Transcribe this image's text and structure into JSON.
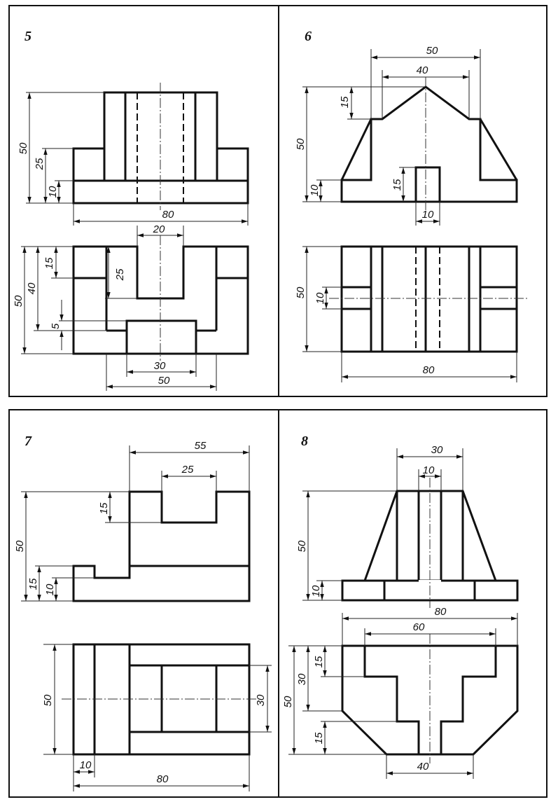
{
  "problems": [
    {
      "number": "5",
      "dims": {
        "d50_v": "50",
        "d25": "25",
        "d10": "10",
        "d80": "80",
        "d20": "20",
        "d15": "15",
        "d40": "40",
        "d25b": "25",
        "d50_v2": "50",
        "d5": "5",
        "d30": "30",
        "d50_h": "50"
      }
    },
    {
      "number": "6",
      "dims": {
        "d50_h": "50",
        "d40": "40",
        "d15": "15",
        "d50_v": "50",
        "d10": "10",
        "d15b": "15",
        "d10b": "10",
        "d50_v2": "50",
        "d10c": "10",
        "d80": "80"
      }
    },
    {
      "number": "7",
      "dims": {
        "d55": "55",
        "d25": "25",
        "d15": "15",
        "d50_v": "50",
        "d15b": "15",
        "d10": "10",
        "d50_v2": "50",
        "d30": "30",
        "d10b": "10",
        "d80": "80"
      }
    },
    {
      "number": "8",
      "dims": {
        "d30": "30",
        "d10": "10",
        "d50_v": "50",
        "d10b": "10",
        "d80": "80",
        "d60": "60",
        "d15": "15",
        "d30b": "30",
        "d50_v2": "50",
        "d15b": "15",
        "d40": "40"
      }
    }
  ]
}
